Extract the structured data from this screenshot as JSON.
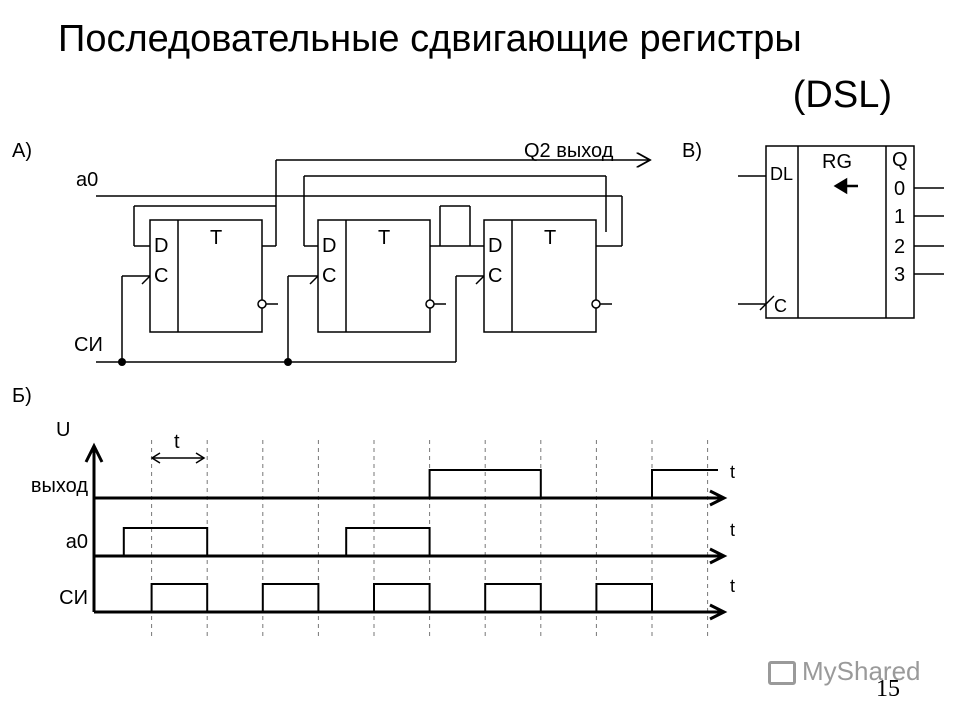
{
  "slide": {
    "title_line1": "Последовательные сдвигающие регистры",
    "title_line2": "(DSL)",
    "page_number": "15",
    "watermark": "MyShared"
  },
  "schematic": {
    "label": "А)",
    "input_label": "a0",
    "clock_label": "СИ",
    "output_label": "Q2  выход",
    "flipflop_d": "D",
    "flipflop_c": "C",
    "flipflop_t": "T"
  },
  "symbol": {
    "label": "В)",
    "title": "RG",
    "dl_pin": "DL",
    "c_pin": "C",
    "q_header": "Q",
    "outputs": [
      "0",
      "1",
      "2",
      "3"
    ]
  },
  "timing": {
    "label": "Б)",
    "u_label": "U",
    "t_interval_label": "t",
    "time_label": "t",
    "signals": [
      {
        "name": "выход",
        "highs": [
          [
            6,
            8
          ],
          [
            10,
            11.2
          ]
        ]
      },
      {
        "name": "а0",
        "highs": [
          [
            0.5,
            2
          ],
          [
            4.5,
            6
          ]
        ]
      },
      {
        "name": "СИ",
        "highs": [
          [
            1,
            2
          ],
          [
            3,
            4
          ],
          [
            5,
            6
          ],
          [
            7,
            8
          ],
          [
            9,
            10
          ]
        ]
      }
    ]
  }
}
